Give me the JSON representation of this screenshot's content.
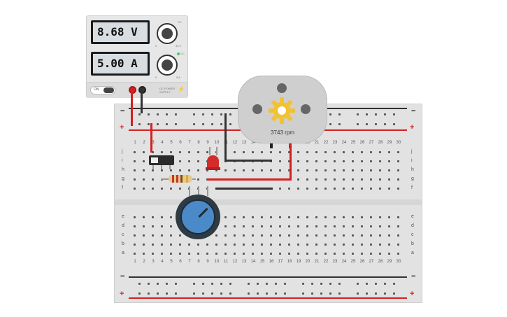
{
  "power_supply": {
    "voltage": "8.68 V",
    "current": "5.00 A",
    "on_label": "ON",
    "cv_label": "CV",
    "cc_label": "CC",
    "v_min": "0",
    "v_max": "30 V",
    "a_min": "0",
    "a_max": "5 A",
    "brand": "DC POWER SUPPLY"
  },
  "motor": {
    "speed": "3743 rpm"
  },
  "breadboard": {
    "columns": [
      "1",
      "2",
      "3",
      "4",
      "5",
      "6",
      "7",
      "8",
      "9",
      "10",
      "11",
      "12",
      "13",
      "14",
      "15",
      "16",
      "17",
      "18",
      "19",
      "20",
      "21",
      "22",
      "23",
      "24",
      "25",
      "26",
      "27",
      "28",
      "29",
      "30"
    ],
    "rows_top": [
      "j",
      "i",
      "h",
      "g",
      "f"
    ],
    "rows_bottom": [
      "e",
      "d",
      "c",
      "b",
      "a"
    ],
    "minus": "−",
    "plus": "+"
  },
  "colors": {
    "red_wire": "#d32121",
    "black_wire": "#333333",
    "pot_blue": "#4b8ac9",
    "gear": "#f2c230"
  }
}
